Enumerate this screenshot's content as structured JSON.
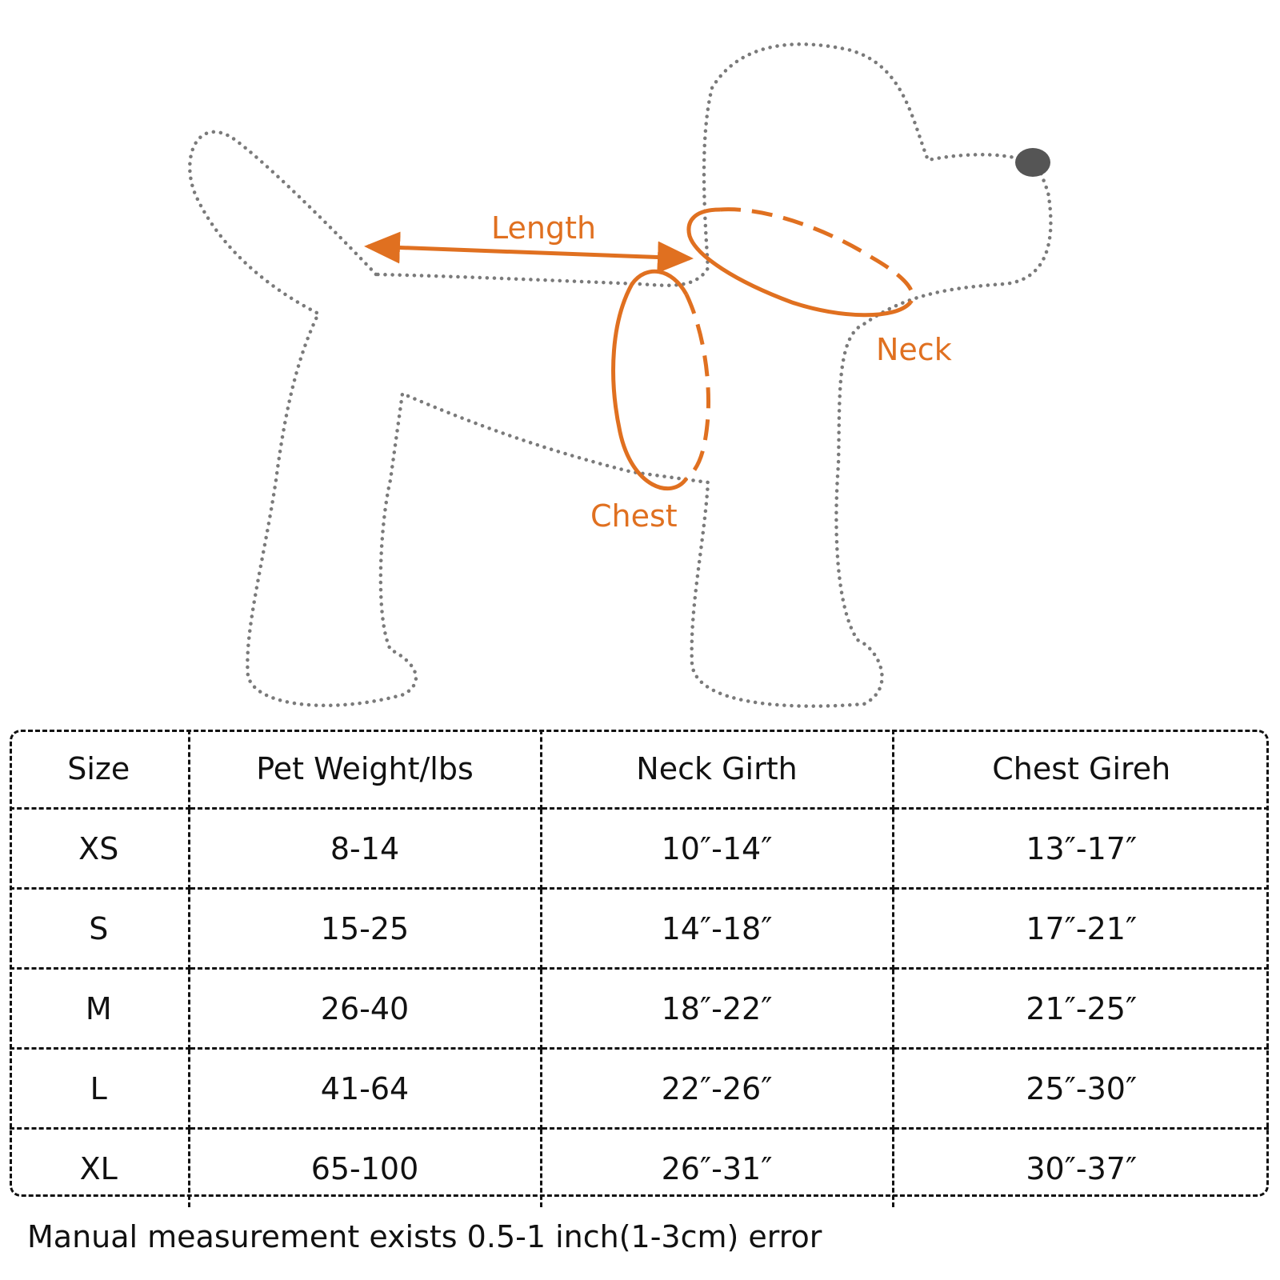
{
  "diagram": {
    "labels": {
      "length": "Length",
      "neck": "Neck",
      "chest": "Chest"
    },
    "colors": {
      "measure": "#e07020",
      "outline": "#7a7a7a",
      "nose": "#555555"
    }
  },
  "table": {
    "headers": [
      "Size",
      "Pet Weight/lbs",
      "Neck Girth",
      "Chest Gireh"
    ],
    "rows": [
      [
        "XS",
        "8-14",
        "10″-14″",
        "13″-17″"
      ],
      [
        "S",
        "15-25",
        "14″-18″",
        "17″-21″"
      ],
      [
        "M",
        "26-40",
        "18″-22″",
        "21″-25″"
      ],
      [
        "L",
        "41-64",
        "22″-26″",
        "25″-30″"
      ],
      [
        "XL",
        "65-100",
        "26″-31″",
        "30″-37″"
      ]
    ]
  },
  "footnote": "Manual measurement exists 0.5-1 inch(1-3cm) error"
}
